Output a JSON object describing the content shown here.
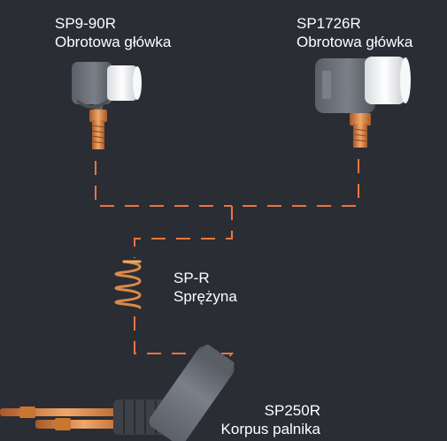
{
  "colors": {
    "background": "#2b2d34",
    "connector": "#e8763f",
    "text": "#ffffff",
    "housing": "#6e737b",
    "cap": "#eceef1",
    "copper": "#d98a4a"
  },
  "parts": [
    {
      "code": "SP9-90R",
      "name": "Obrotowa główka",
      "icon": "rotating-head-small"
    },
    {
      "code": "SP1726R",
      "name": "Obrotowa główka",
      "icon": "rotating-head-large"
    },
    {
      "code": "SP-R",
      "name": "Sprężyna",
      "icon": "spring"
    },
    {
      "code": "SP250R",
      "name": "Korpus palnika",
      "icon": "torch-body"
    }
  ]
}
